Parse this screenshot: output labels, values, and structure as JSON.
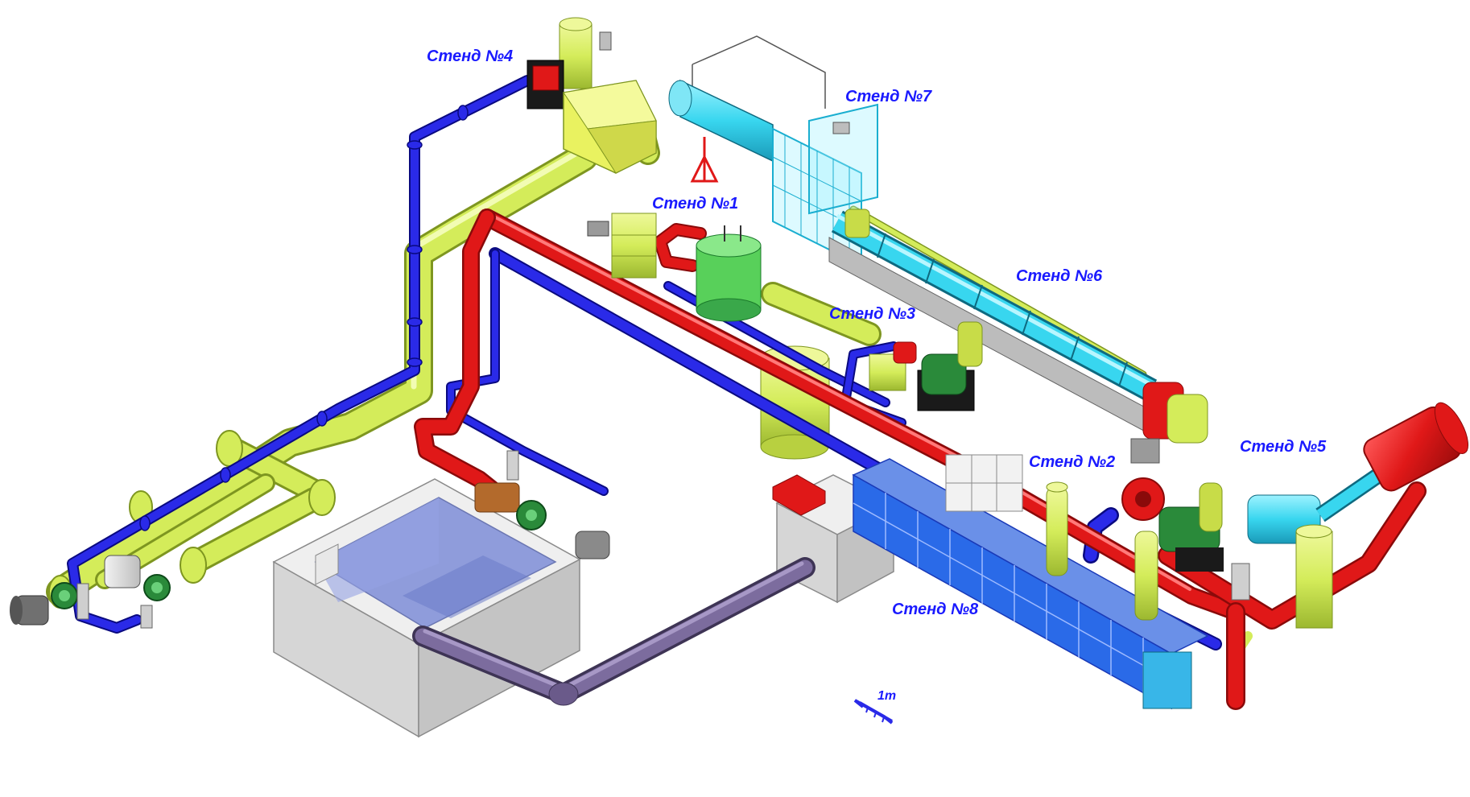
{
  "colors": {
    "label": "#1a1aff",
    "cold_pipe": "#2020e0",
    "hot_pipe": "#e01818",
    "main_pipe": "#d4ec5a",
    "drain_pipe": "#6a5a8a",
    "cyan_unit": "#38d6ef",
    "tank_water": "#7f8ed8",
    "concrete": "#dedede"
  },
  "stands": [
    {
      "id": "stand-4",
      "label": "Стенд №4"
    },
    {
      "id": "stand-7",
      "label": "Стенд №7"
    },
    {
      "id": "stand-1",
      "label": "Стенд №1"
    },
    {
      "id": "stand-6",
      "label": "Стенд №6"
    },
    {
      "id": "stand-3",
      "label": "Стенд №3"
    },
    {
      "id": "stand-2",
      "label": "Стенд №2"
    },
    {
      "id": "stand-5",
      "label": "Стенд №5"
    },
    {
      "id": "stand-8",
      "label": "Стенд №8"
    }
  ],
  "scale": {
    "label": "1m"
  }
}
